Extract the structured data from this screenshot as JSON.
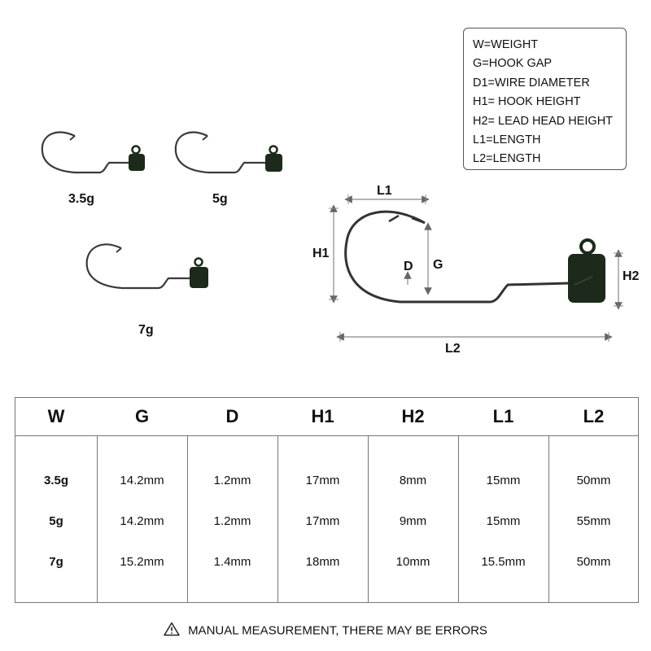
{
  "legend": {
    "lines": [
      "W=WEIGHT",
      "G=HOOK GAP",
      "D1=WIRE DIAMETER",
      "H1= HOOK HEIGHT",
      "H2= LEAD HEAD HEIGHT",
      "L1=LENGTH",
      "L2=LENGTH"
    ]
  },
  "hooks": [
    {
      "label": "3.5g"
    },
    {
      "label": "5g"
    },
    {
      "label": "7g"
    }
  ],
  "diagram": {
    "labels": {
      "l1": "L1",
      "h1": "H1",
      "d": "D",
      "g": "G",
      "h2": "H2",
      "l2": "L2"
    }
  },
  "table": {
    "headers": [
      "W",
      "G",
      "D",
      "H1",
      "H2",
      "L1",
      "L2"
    ],
    "rows": [
      [
        "3.5g",
        "14.2mm",
        "1.2mm",
        "17mm",
        "8mm",
        "15mm",
        "50mm"
      ],
      [
        "5g",
        "14.2mm",
        "1.2mm",
        "17mm",
        "9mm",
        "15mm",
        "55mm"
      ],
      [
        "7g",
        "15.2mm",
        "1.4mm",
        "18mm",
        "10mm",
        "15.5mm",
        "50mm"
      ]
    ]
  },
  "disclaimer": {
    "text": "MANUAL MEASUREMENT, THERE MAY BE ERRORS",
    "icon": "warning-triangle-icon"
  },
  "colors": {
    "hook_wire": "#3a3a3a",
    "lead_head": "#1c2a1c"
  }
}
